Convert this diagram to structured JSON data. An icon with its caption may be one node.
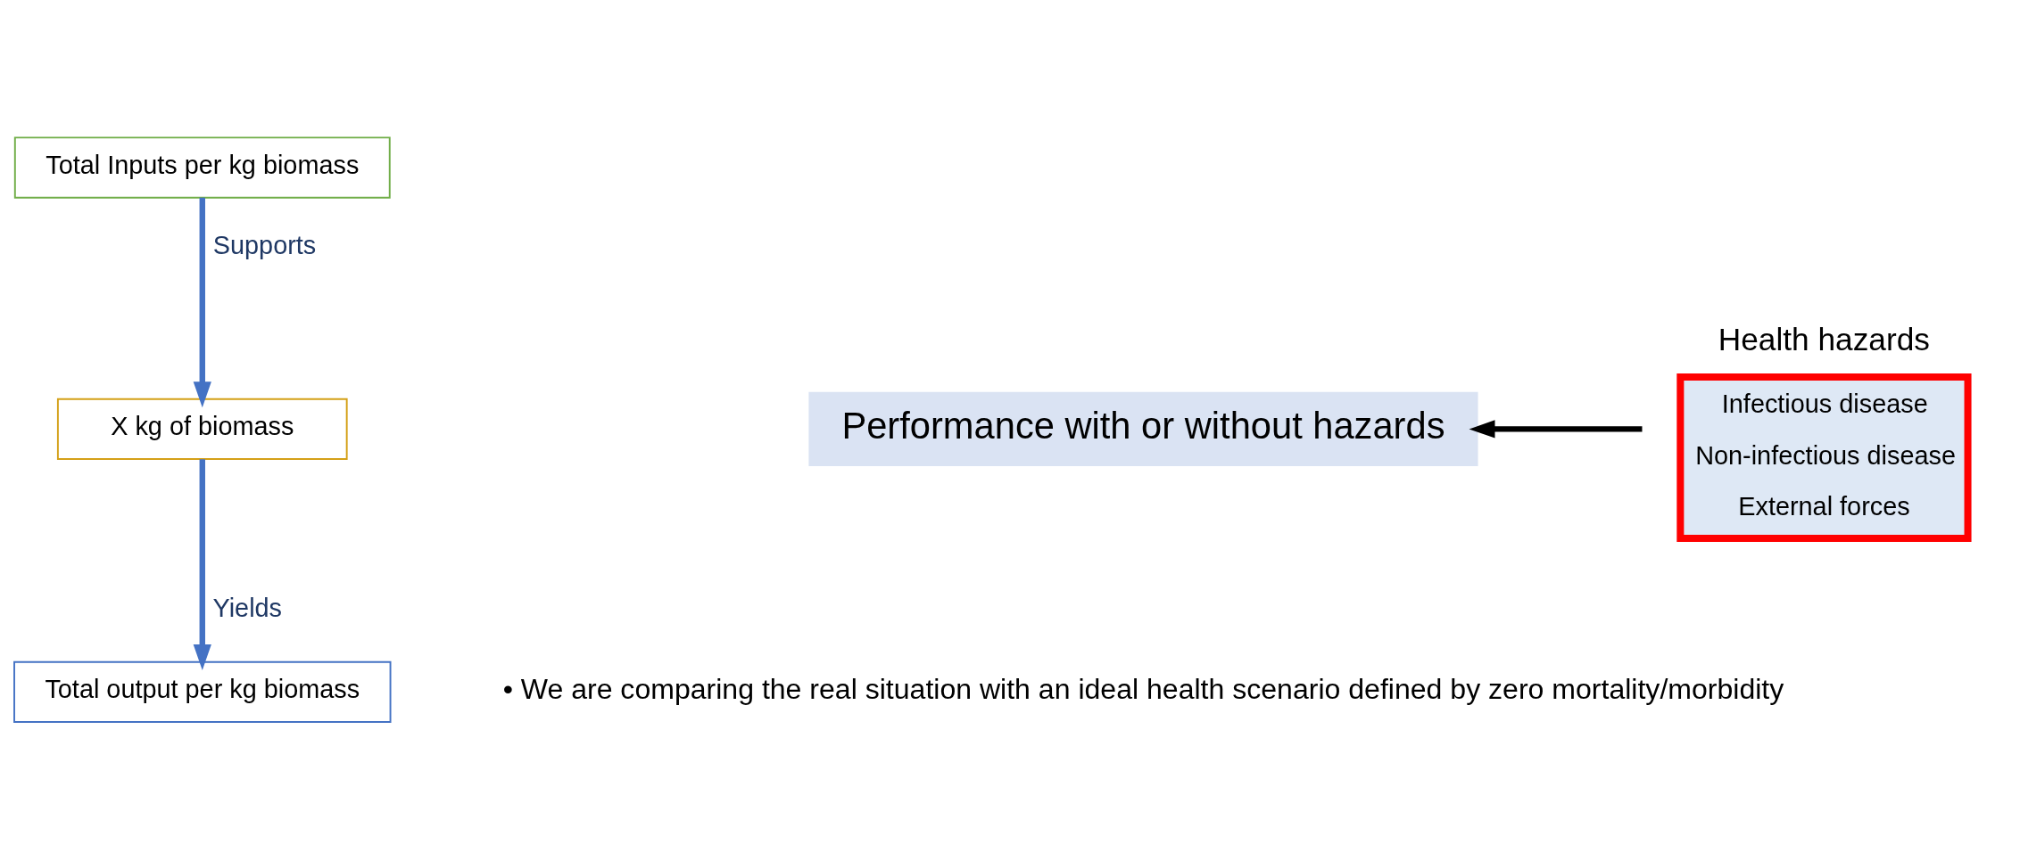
{
  "diagram": {
    "nodes": [
      {
        "text": [
          "Total Inputs per kg biomass"
        ]
      },
      {
        "text": [
          "X kg of biomass"
        ]
      },
      {
        "text": [
          "Total output per kg biomass"
        ]
      },
      {
        "text": [
          "Performance with or without hazards"
        ]
      },
      {
        "text": [
          "Health hazards",
          "Infectious disease",
          "Non-infectious disease",
          "External forces"
        ]
      }
    ],
    "edges": [
      {
        "from": 0,
        "to": 1,
        "arrow": "to",
        "label": "Supports"
      },
      {
        "from": 1,
        "to": 2,
        "arrow": "to",
        "label": "Yields"
      },
      {
        "from": 4,
        "to": 3,
        "arrow": "to",
        "color": "#000000"
      }
    ],
    "labels": [
      "• We are comparing the real situation with an ideal health scenario defined by zero mortality/morbidity"
    ]
  }
}
